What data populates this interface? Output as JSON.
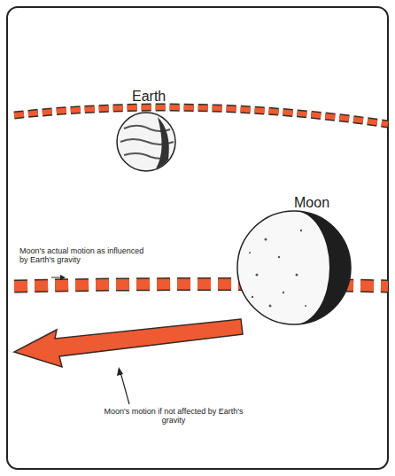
{
  "diagram": {
    "nodes": [
      {
        "text": [
          "Earth"
        ]
      },
      {
        "text": [
          "Moon"
        ]
      }
    ],
    "labels": [
      "Moon's actual motion as influenced by Earth's gravity",
      "Moon's motion if not affected by Earth's gravity"
    ]
  }
}
